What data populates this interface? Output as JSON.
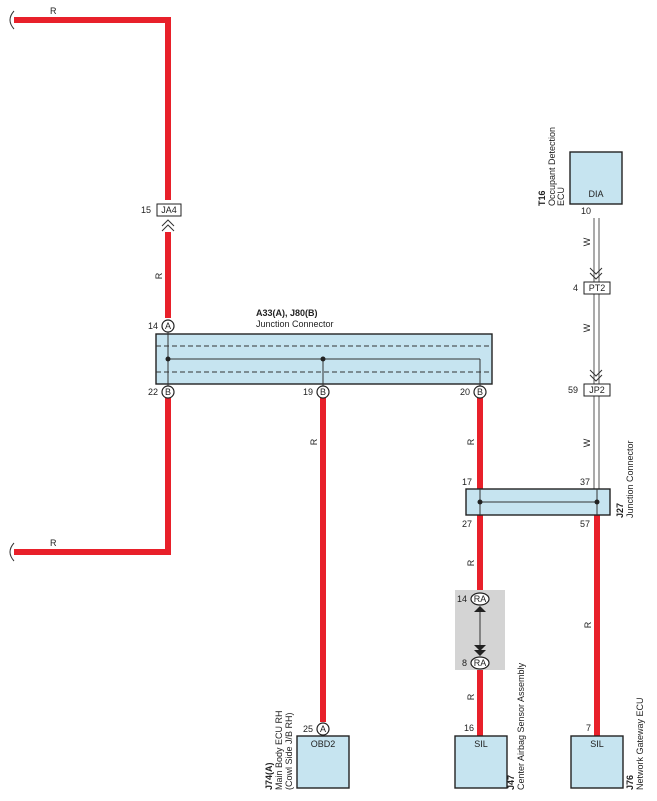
{
  "wire_colors": {
    "red": "#e8202a",
    "white": "#555555",
    "component_fill": "#c6e4f0"
  },
  "wire_labels": {
    "red": "R",
    "white": "W"
  },
  "junction_a33": {
    "title": "A33(A), J80(B)",
    "subtitle": "Junction Connector",
    "pins": {
      "top": "14",
      "left": "22",
      "mid": "19",
      "right": "20"
    },
    "letters": {
      "top": "A",
      "bottom": "B"
    }
  },
  "connector_ja4": {
    "label": "JA4",
    "pin": "15"
  },
  "connector_pt2": {
    "label": "PT2",
    "pin": "4"
  },
  "connector_jp2": {
    "label": "JP2",
    "pin": "59"
  },
  "ecu_t16": {
    "code": "T16",
    "name_line1": "Occupant Detection",
    "name_line2": "ECU",
    "terminal": "DIA",
    "pin": "10"
  },
  "junction_j27": {
    "code": "J27",
    "name": "Junction Connector",
    "pins": {
      "top_left": "17",
      "top_right": "37",
      "bottom_left": "27",
      "bottom_right": "57"
    }
  },
  "connector_ra": {
    "label": "RA",
    "pin_top": "14",
    "pin_bottom": "8"
  },
  "ecu_j74": {
    "code": "J74(A)",
    "name_line1": "Main Body ECU RH",
    "name_line2": "(Cowl Side J/B RH)",
    "terminal": "OBD2",
    "pin": "25",
    "pin_letter": "A"
  },
  "ecu_j47": {
    "code": "J47",
    "name": "Center Airbag Sensor Assembly",
    "terminal": "SIL",
    "pin": "16"
  },
  "ecu_j76": {
    "code": "J76",
    "name": "Network Gateway ECU",
    "terminal": "SIL",
    "pin": "7"
  }
}
